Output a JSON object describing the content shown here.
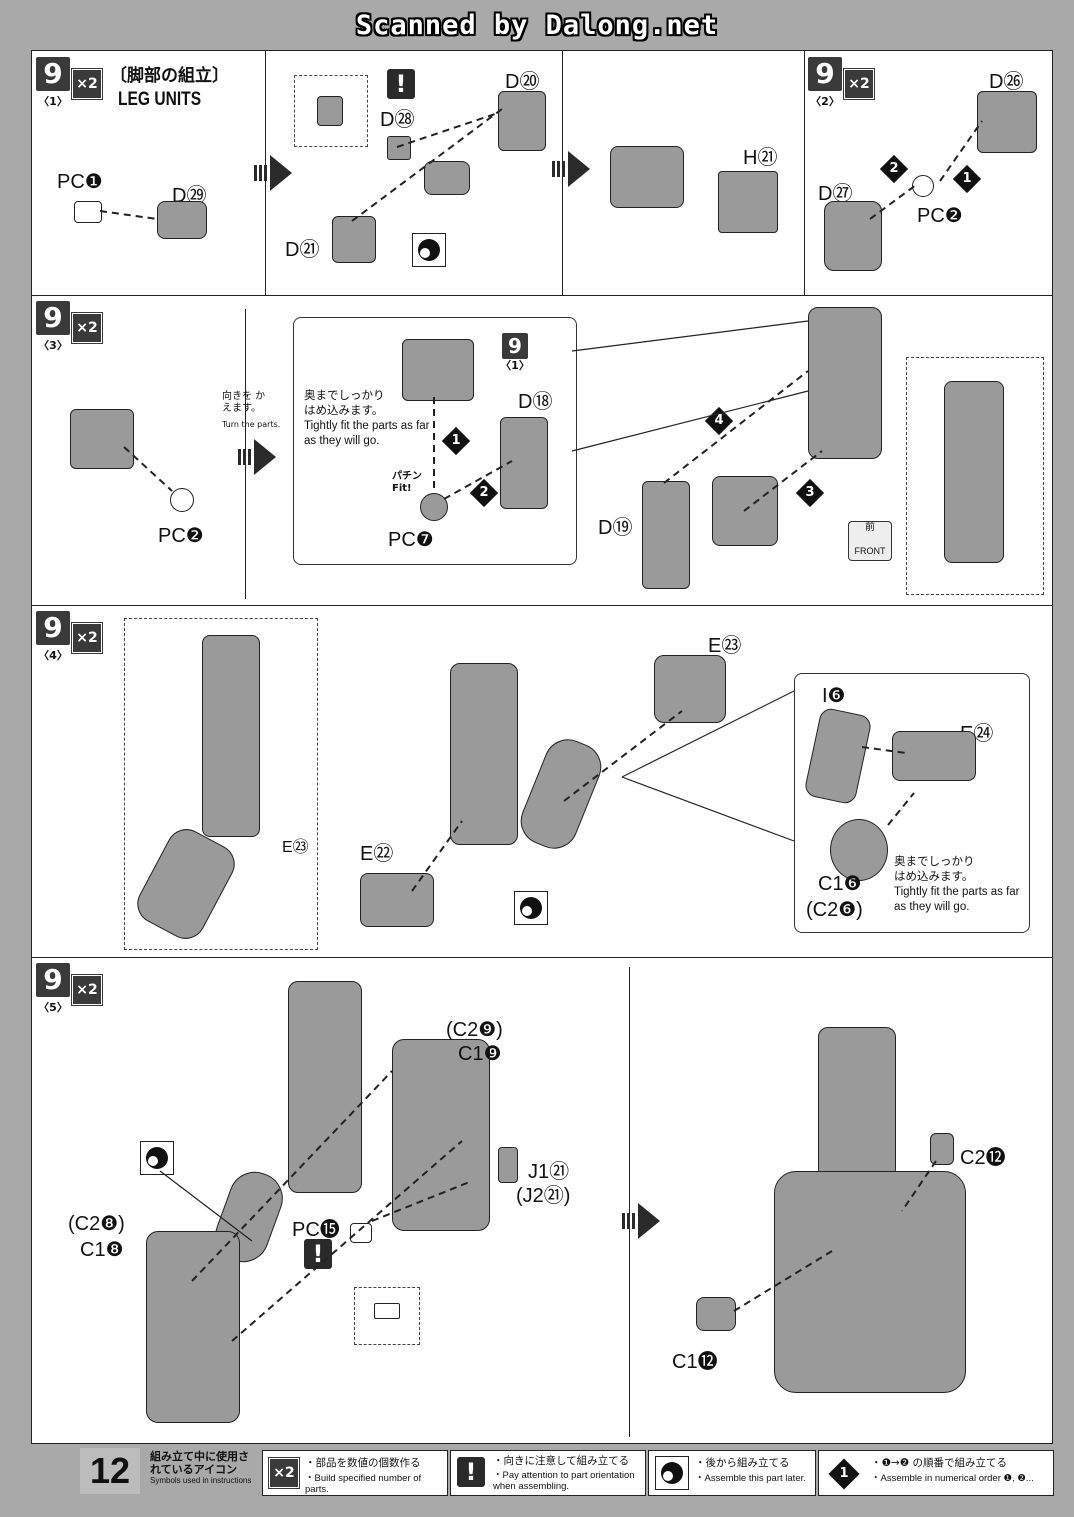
{
  "header": {
    "text": "Scanned by Dalong.net"
  },
  "steps": {
    "s1": {
      "num": "9",
      "sub": "〈1〉",
      "mult": "×2",
      "title_jp": "〔脚部の組立〕",
      "title_en": "LEG UNITS"
    },
    "s2": {
      "num": "9",
      "sub": "〈2〉",
      "mult": "×2"
    },
    "s3": {
      "num": "9",
      "sub": "〈3〉",
      "mult": "×2"
    },
    "s4": {
      "num": "9",
      "sub": "〈4〉",
      "mult": "×2"
    },
    "s5": {
      "num": "9",
      "sub": "〈5〉",
      "mult": "×2"
    }
  },
  "labels": {
    "s1": {
      "pc1": "PC❶",
      "d29": "D㉙",
      "d28": "D㉘",
      "d20": "D⑳",
      "d21": "D㉑",
      "h21": "H㉑"
    },
    "s2": {
      "d26": "D㉖",
      "d27": "D㉗",
      "pc2": "PC❷"
    },
    "s3": {
      "pc2": "PC❷",
      "d18": "D⑱",
      "pc7": "PC❼",
      "d19": "D⑲",
      "ref": "9",
      "ref_sub": "〈1〉"
    },
    "s4": {
      "e23": "E㉓",
      "e23b": "E㉓",
      "e22": "E㉒",
      "e24": "E㉔",
      "i6": "I❻",
      "c16": "C1❻",
      "c26": "(C2❻)"
    },
    "s5": {
      "c29": "(C2❾)",
      "c19": "C1❾",
      "j121": "J1㉑",
      "j221": "(J2㉑)",
      "c28": "(C2❽)",
      "c18": "C1❽",
      "pc15": "PC⓯",
      "c212": "C2⓬",
      "c112": "C1⓬"
    }
  },
  "notes": {
    "turn_jp": "向きを かえます。",
    "turn_en": "Turn the parts.",
    "tight_jp": "奥までしっかり はめ込みます。",
    "tight_en": "Tightly fit the parts as far as they will go.",
    "fit": "パチン Fit!",
    "front_jp": "前",
    "front_en": "FRONT"
  },
  "order": {
    "a": "1",
    "b": "2",
    "c": "3",
    "d": "4"
  },
  "footer": {
    "page": "12",
    "head_jp": "組み立て中に使用されているアイコン",
    "head_en": "Symbols used in instructions",
    "x2_icon": "×2",
    "x2_jp": "・部品を数値の個数作る",
    "x2_en": "・Build specified number of parts.",
    "warn_icon": "!",
    "warn_jp": "・向きに注意して組み立てる",
    "warn_en": "・Pay attention to part orientation when assembling.",
    "later_jp": "・後から組み立てる",
    "later_en": "・Assemble this part later.",
    "order_icon": "1",
    "order_jp": "・❶→❷ の順番で組み立てる",
    "order_en": "・Assemble in numerical order ❶, ❷..."
  }
}
